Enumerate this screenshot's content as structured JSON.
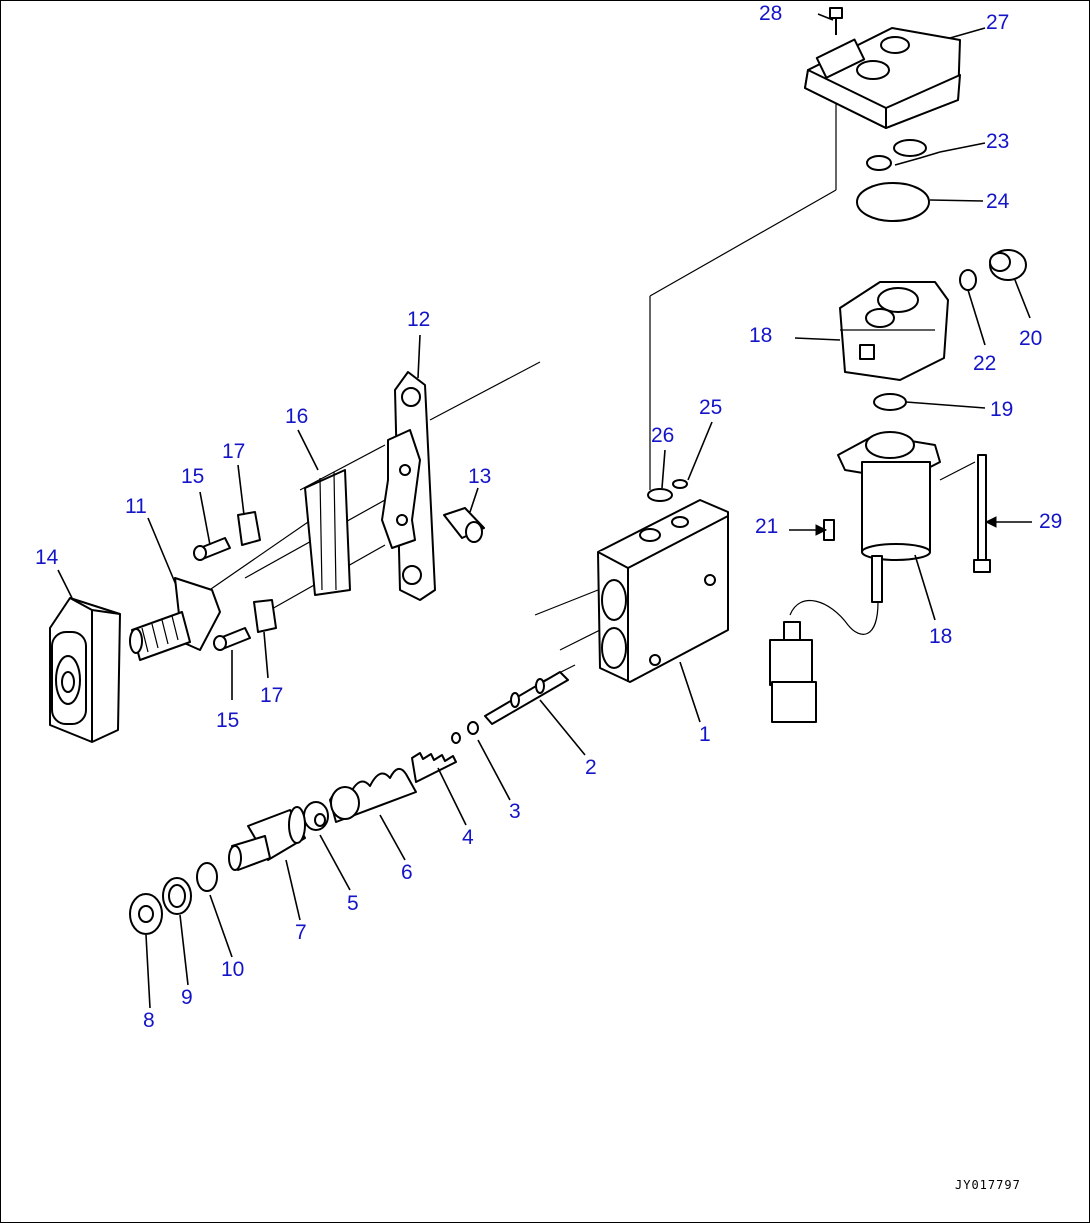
{
  "diagram": {
    "callouts": [
      {
        "id": "c28a",
        "text": "28"
      },
      {
        "id": "c27",
        "text": "27"
      },
      {
        "id": "c23",
        "text": "23"
      },
      {
        "id": "c24",
        "text": "24"
      },
      {
        "id": "c20",
        "text": "20"
      },
      {
        "id": "c18a",
        "text": "18"
      },
      {
        "id": "c22",
        "text": "22"
      },
      {
        "id": "c19",
        "text": "19"
      },
      {
        "id": "c12",
        "text": "12"
      },
      {
        "id": "c25",
        "text": "25"
      },
      {
        "id": "c26",
        "text": "26"
      },
      {
        "id": "c16",
        "text": "16"
      },
      {
        "id": "c17a",
        "text": "17"
      },
      {
        "id": "c15a",
        "text": "15"
      },
      {
        "id": "c13",
        "text": "13"
      },
      {
        "id": "c11",
        "text": "11"
      },
      {
        "id": "c21",
        "text": "21"
      },
      {
        "id": "c29",
        "text": "29"
      },
      {
        "id": "c14",
        "text": "14"
      },
      {
        "id": "c18b",
        "text": "18"
      },
      {
        "id": "c17b",
        "text": "17"
      },
      {
        "id": "c15b",
        "text": "15"
      },
      {
        "id": "c1",
        "text": "1"
      },
      {
        "id": "c2",
        "text": "2"
      },
      {
        "id": "c3",
        "text": "3"
      },
      {
        "id": "c4",
        "text": "4"
      },
      {
        "id": "c6",
        "text": "6"
      },
      {
        "id": "c5",
        "text": "5"
      },
      {
        "id": "c7",
        "text": "7"
      },
      {
        "id": "c10",
        "text": "10"
      },
      {
        "id": "c9",
        "text": "9"
      },
      {
        "id": "c8",
        "text": "8"
      }
    ],
    "drawing_code": "JY017797",
    "colors": {
      "callout": "#1414c8",
      "line": "#000000",
      "background": "#ffffff"
    }
  }
}
